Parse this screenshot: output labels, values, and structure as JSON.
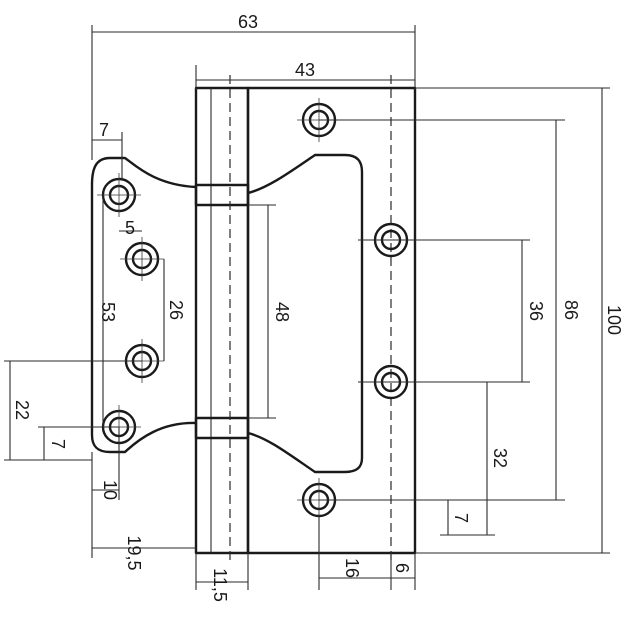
{
  "dimensions": {
    "overall_width": "63",
    "leaf_width": "43",
    "tab_offset": "7",
    "hole_offset": "5",
    "tab_height": "53",
    "inner_pitch": "26",
    "knuckle_length": "48",
    "leaf_inner_pitch": "36",
    "leaf_outer_pitch": "86",
    "overall_height": "100",
    "tab_lower_height": "22",
    "tab_bottom_offset": "7",
    "tab_hole_x": "10",
    "tab_to_knuckle": "19,5",
    "knuckle_width": "11,5",
    "leaf_hole_x": "16",
    "leaf_edge_offset": "6",
    "lower_hole_height": "32",
    "leaf_bottom_offset": "7"
  }
}
